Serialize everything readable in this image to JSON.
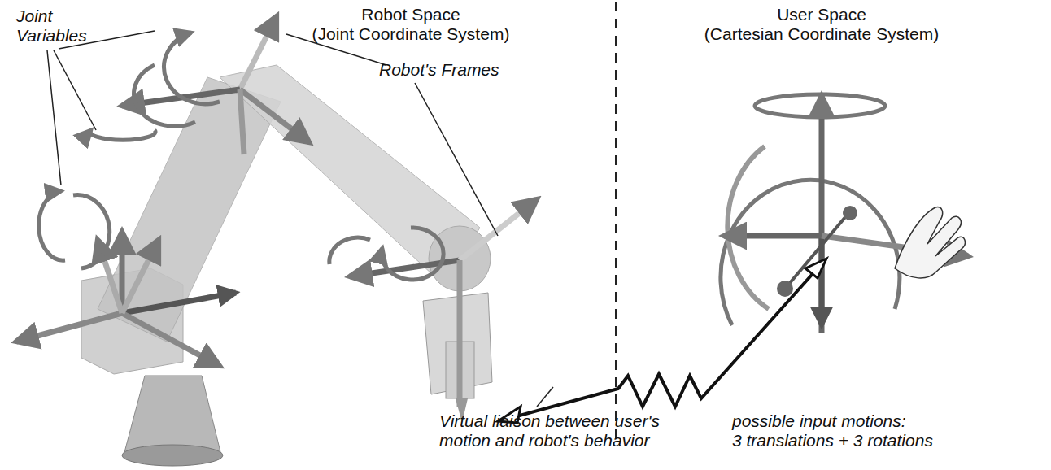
{
  "diagram": {
    "labels": [
      "Joint Variables",
      "Robot Space (Joint Coordinate System)",
      "User Space (Cartesian Coordinate System)",
      "Robot's Frames",
      "Virtual liaison between user's motion and robot's behavior",
      "possible input motions: 3 translations + 3 rotations"
    ]
  }
}
